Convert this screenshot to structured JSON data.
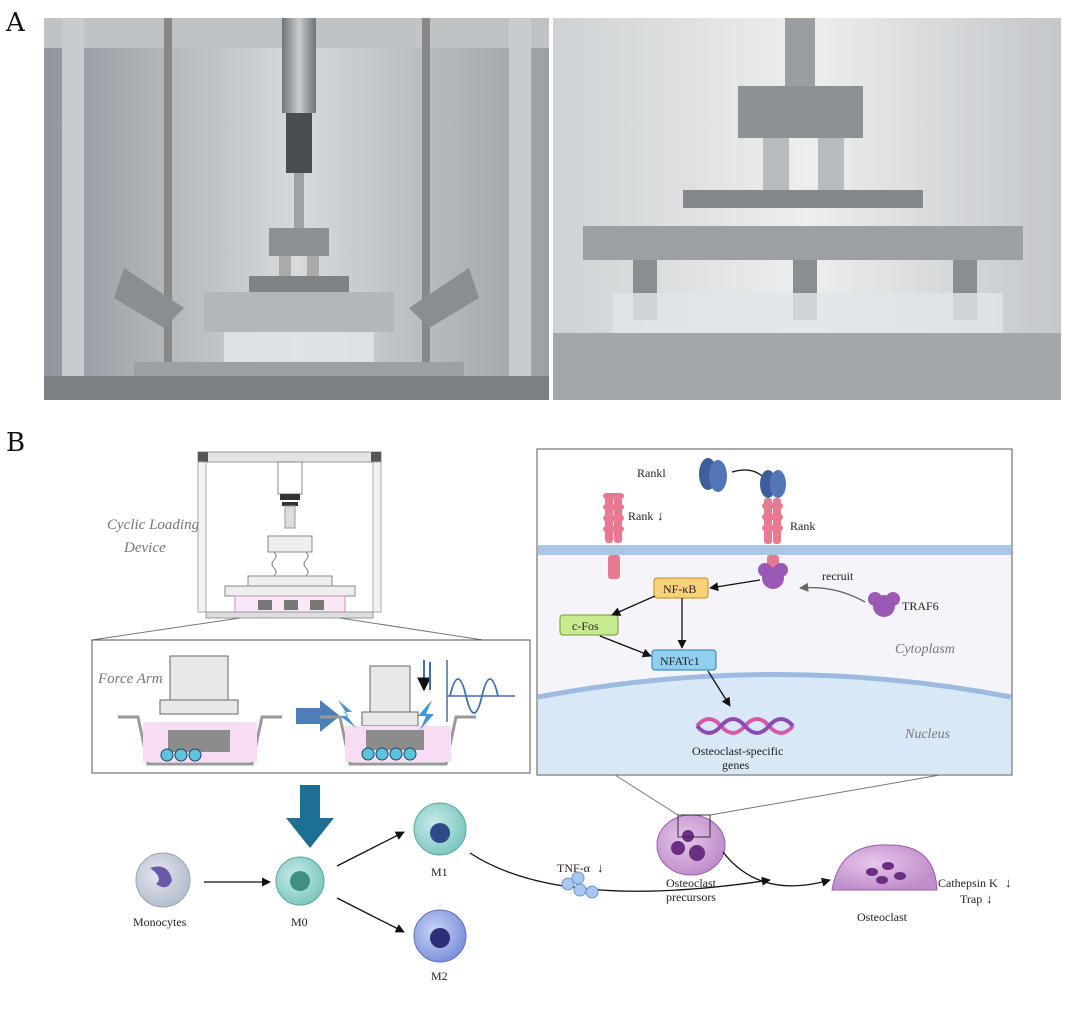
{
  "panel_labels": {
    "a": "A",
    "b": "B"
  },
  "photos": {
    "left": "photo-device-front-view",
    "right": "photo-loading-plate-closeup"
  },
  "device": {
    "label_line1": "Cyclic Loading",
    "label_line2": "Device"
  },
  "force": {
    "label": "Force Arm"
  },
  "pathway": {
    "rankl": "Rankl",
    "rank_down": "Rank",
    "rank": "Rank",
    "nfkb": "NF-κB",
    "cfos": "c-Fos",
    "nfatc1": "NFATc1",
    "recruit": "recruit",
    "traf6": "TRAF6",
    "cytoplasm": "Cytoplasm",
    "nucleus": "Nucleus",
    "genes_line1": "Osteoclast-specific",
    "genes_line2": "genes"
  },
  "cells": {
    "monocytes": "Monocytes",
    "m0": "M0",
    "m1": "M1",
    "m2": "M2",
    "tnf": "TNF-α",
    "precursors_line1": "Osteoclast",
    "precursors_line2": "precursors",
    "osteoclast": "Osteoclast",
    "cathepsin": "Cathepsin K",
    "trap": "Trap"
  },
  "colors": {
    "membrane": "#a9c6e6",
    "receptor": "#e77a91",
    "rankl": "#4f6fa8",
    "traf6": "#9b59b6",
    "nfkb_fill": "#f9d27a",
    "cfos_fill": "#c6ec8f",
    "nfatc1_fill": "#8fd0f0",
    "arrow_blue": "#1e6f95"
  }
}
